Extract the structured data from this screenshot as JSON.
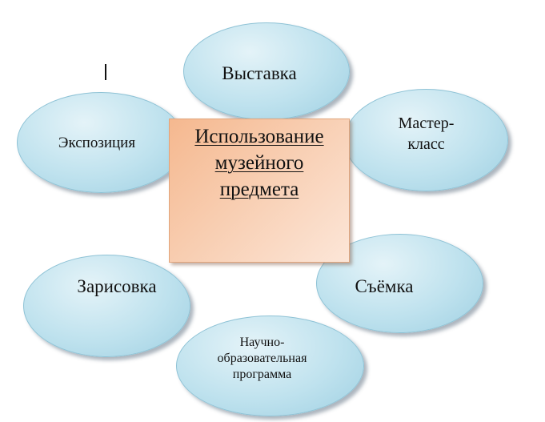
{
  "diagram": {
    "center": {
      "title": "Использование\nмузейного\nпредмета"
    },
    "nodes": [
      {
        "id": "vystavka",
        "label": "Выставка"
      },
      {
        "id": "ekspozitsiya",
        "label": "Экспозиция"
      },
      {
        "id": "master-klass",
        "label": "Мастер-\nкласс"
      },
      {
        "id": "zarisovka",
        "label": "Зарисовка"
      },
      {
        "id": "syomka",
        "label": "Съёмка"
      },
      {
        "id": "nauchno",
        "label": "Научно-\nобразовательная\nпрограмма"
      }
    ],
    "colors": {
      "node_fill": "#bfe2ee",
      "node_border": "#8fc3d6",
      "center_fill": "#f8cdb0",
      "center_border": "#e2a57c"
    }
  }
}
